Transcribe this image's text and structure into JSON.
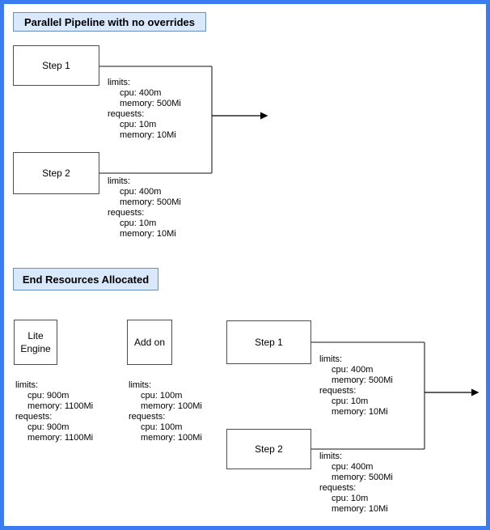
{
  "titles": {
    "section1": "Parallel Pipeline with no overrides",
    "section2": "End Resources Allocated"
  },
  "boxes": {
    "p_step1": "Step 1",
    "p_step2": "Step 2",
    "lite_engine": "Lite Engine",
    "add_on": "Add on",
    "e_step1": "Step 1",
    "e_step2": "Step 2"
  },
  "resources": {
    "p_step1": {
      "lines": [
        "limits:",
        "cpu: 400m",
        "memory: 500Mi",
        "requests:",
        "cpu: 10m",
        "memory: 10Mi"
      ]
    },
    "p_step2": {
      "lines": [
        "limits:",
        "cpu: 400m",
        "memory: 500Mi",
        "requests:",
        "cpu: 10m",
        "memory: 10Mi"
      ]
    },
    "lite_engine": {
      "lines": [
        "limits:",
        "cpu: 900m",
        "memory: 1100Mi",
        "requests:",
        "cpu: 900m",
        "memory: 1100Mi"
      ]
    },
    "add_on": {
      "lines": [
        "limits:",
        "cpu: 100m",
        "memory: 100Mi",
        "requests:",
        "cpu: 100m",
        "memory: 100Mi"
      ]
    },
    "e_step1": {
      "lines": [
        "limits:",
        "cpu: 400m",
        "memory: 500Mi",
        "requests:",
        "cpu: 10m",
        "memory: 10Mi"
      ]
    },
    "e_step2": {
      "lines": [
        "limits:",
        "cpu: 400m",
        "memory: 500Mi",
        "requests:",
        "cpu: 10m",
        "memory: 10Mi"
      ]
    }
  },
  "colors": {
    "frame_border": "#3b7cf0",
    "title_fill": "#dae8fc",
    "title_border": "#6c8ebf",
    "box_border": "#4d4d4d",
    "connector": "#424242",
    "arrowhead": "#000000"
  }
}
